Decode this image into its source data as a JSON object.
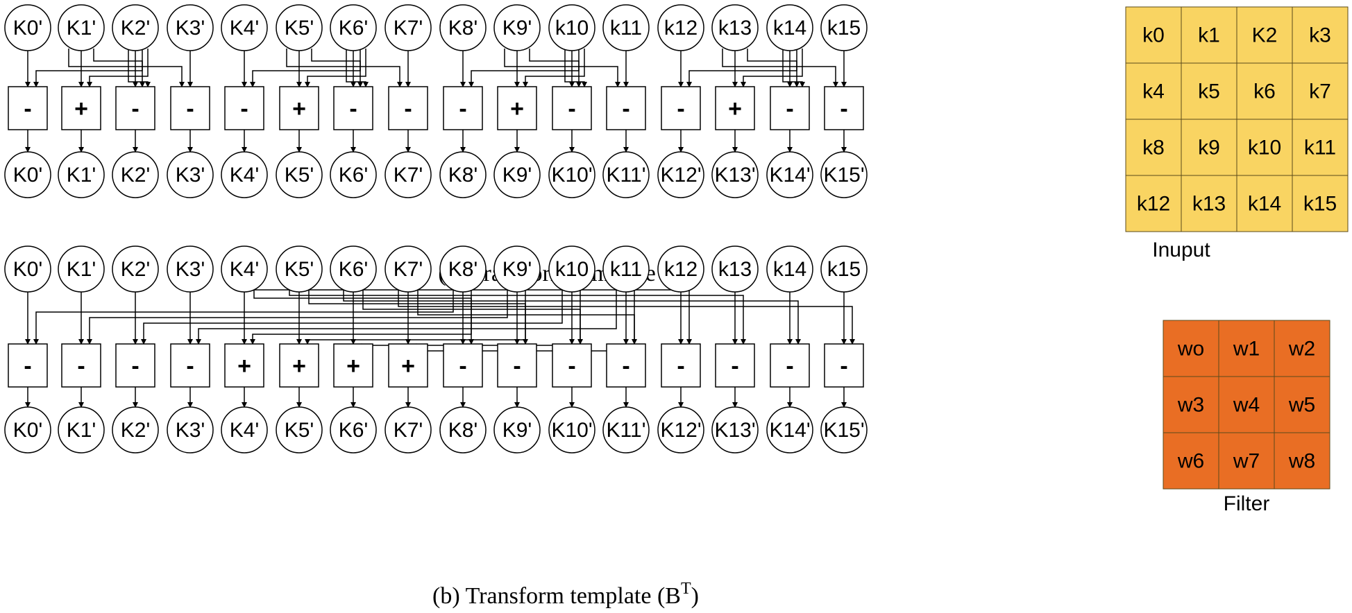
{
  "diagram_a": {
    "caption": "(a) Transform template (B)",
    "inputs": [
      "K0'",
      "K1'",
      "K2'",
      "K3'",
      "K4'",
      "K5'",
      "K6'",
      "K7'",
      "K8'",
      "K9'",
      "k10",
      "k11",
      "k12",
      "k13",
      "k14",
      "k15"
    ],
    "ops": [
      "-",
      "+",
      "-",
      "-",
      "-",
      "+",
      "-",
      "-",
      "-",
      "+",
      "-",
      "-",
      "-",
      "+",
      "-",
      "-"
    ],
    "outputs": [
      "K0'",
      "K1'",
      "K2'",
      "K3'",
      "K4'",
      "K5'",
      "K6'",
      "K7'",
      "K8'",
      "K9'",
      "K10'",
      "K11'",
      "K12'",
      "K13'",
      "K14'",
      "K15'"
    ]
  },
  "diagram_b": {
    "caption": "(b) Transform template (B",
    "caption_superscript": "T",
    "caption_close": ")",
    "inputs": [
      "K0'",
      "K1'",
      "K2'",
      "K3'",
      "K4'",
      "K5'",
      "K6'",
      "K7'",
      "K8'",
      "K9'",
      "k10",
      "k11",
      "k12",
      "k13",
      "k14",
      "k15"
    ],
    "ops": [
      "-",
      "-",
      "-",
      "-",
      "+",
      "+",
      "+",
      "+",
      "-",
      "-",
      "-",
      "-",
      "-",
      "-",
      "-",
      "-"
    ],
    "outputs": [
      "K0'",
      "K1'",
      "K2'",
      "K3'",
      "K4'",
      "K5'",
      "K6'",
      "K7'",
      "K8'",
      "K9'",
      "K10'",
      "K11'",
      "K12'",
      "K13'",
      "K14'",
      "K15'"
    ]
  },
  "input_matrix": {
    "label": "Inuput",
    "color": "#F9D462",
    "rows": [
      [
        "k0",
        "k1",
        "K2",
        "k3"
      ],
      [
        "k4",
        "k5",
        "k6",
        "k7"
      ],
      [
        "k8",
        "k9",
        "k10",
        "k11"
      ],
      [
        "k12",
        "k13",
        "k14",
        "k15"
      ]
    ]
  },
  "filter_matrix": {
    "label": "Filter",
    "color": "#E96E24",
    "rows": [
      [
        "wo",
        "w1",
        "w2"
      ],
      [
        "w3",
        "w4",
        "w5"
      ],
      [
        "w6",
        "w7",
        "w8"
      ]
    ]
  }
}
